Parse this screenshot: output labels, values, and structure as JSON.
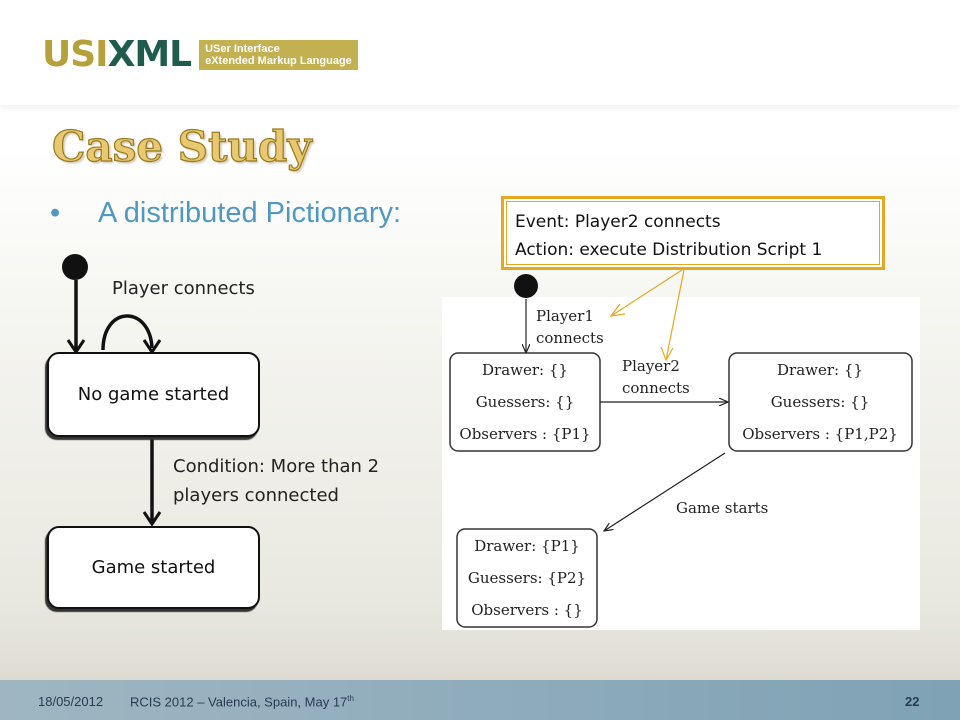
{
  "header": {
    "logo_text_a": "USI",
    "logo_text_b": "XML",
    "logo_tag_line1": "USer Interface",
    "logo_tag_line2": "eXtended Markup Language"
  },
  "slide": {
    "title": "Case Study",
    "bullet": "A distributed Pictionary:"
  },
  "left_diagram": {
    "player_connects": "Player connects",
    "state_no_game": "No game started",
    "condition_line1": "Condition: More than 2",
    "condition_line2": "players connected",
    "state_game": "Game started"
  },
  "callout": {
    "line1": "Event: Player2 connects",
    "line2": "Action: execute Distribution Script 1"
  },
  "right_diagram": {
    "player1_line1": "Player1",
    "player1_line2": "connects",
    "player2_line1": "Player2",
    "player2_line2": "connects",
    "game_starts": "Game starts",
    "s1": {
      "drawer": "Drawer:  {}",
      "guessers": "Guessers:  {}",
      "observers": "Observers :  {P1}"
    },
    "s2": {
      "drawer": "Drawer:  {}",
      "guessers": "Guessers:  {}",
      "observers": "Observers :  {P1,P2}"
    },
    "s3": {
      "drawer": "Drawer:  {P1}",
      "guessers": "Guessers:  {P2}",
      "observers": "Observers :  {}"
    }
  },
  "footer": {
    "date": "18/05/2012",
    "event": "RCIS 2012 – Valencia, Spain, May 17",
    "event_sup": "th",
    "page": "22"
  },
  "colors": {
    "title_fill": "#e8c870",
    "bullet_text": "#4f98c2",
    "callout_border": "#e6a820",
    "footer_bg": "#8eacbc"
  }
}
